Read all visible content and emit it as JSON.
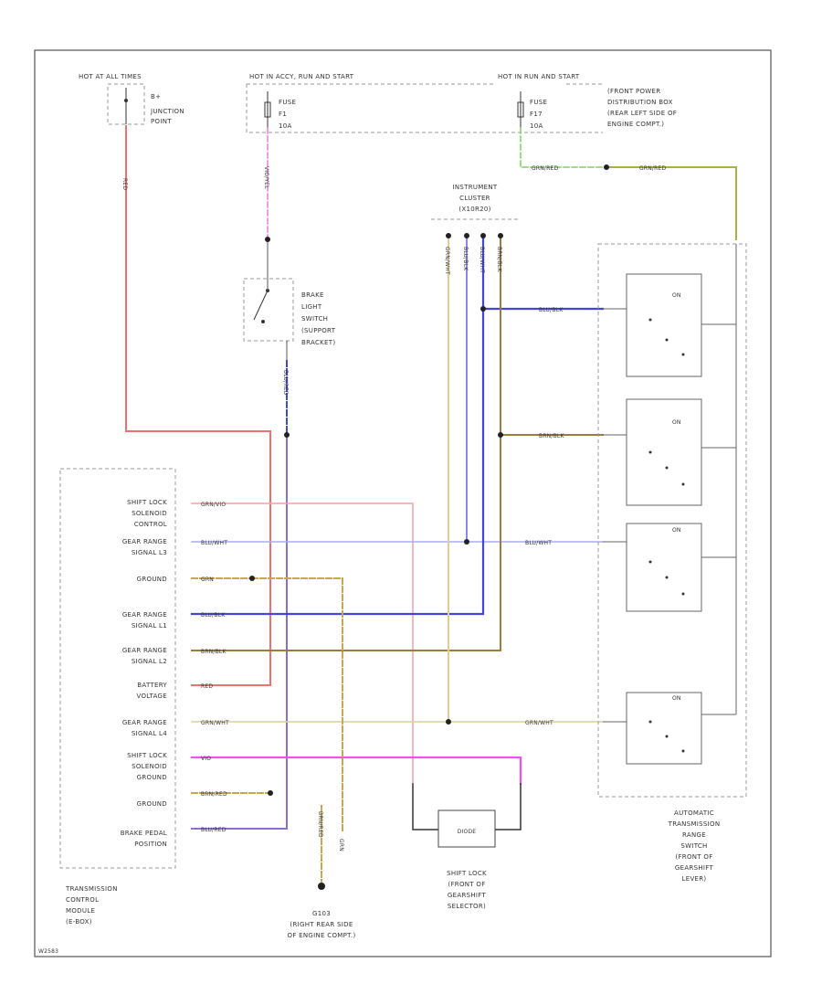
{
  "colors": {
    "red": "#f07070",
    "pink": "#f4a0a6",
    "lightblue": "#a8acf4",
    "blue": "#4444dd",
    "violet": "#8a6fd0",
    "tan": "#dccf9a",
    "brown": "#9a7d3d",
    "olive": "#a8b040",
    "green": "#80d060",
    "magenta": "#f050f0",
    "gold": "#c8a848",
    "black": "#333333"
  },
  "power": {
    "hot_at_all_times": "HOT AT ALL TIMES",
    "junction_lines": [
      "B+",
      "JUNCTION",
      "POINT"
    ],
    "hot_in_accy": "HOT IN ACCY, RUN AND START",
    "hot_in_run": "HOT IN RUN AND START",
    "fuse1_lines": [
      "FUSE",
      "F1",
      "10A"
    ],
    "fuse2_lines": [
      "FUSE",
      "F17",
      "10A"
    ],
    "front_power_lines": [
      "(FRONT POWER",
      "DISTRIBUTION BOX",
      "(REAR LEFT SIDE OF",
      "ENGINE COMPT.)"
    ]
  },
  "brake_switch": {
    "lines": [
      "BRAKE",
      "LIGHT",
      "SWITCH",
      "(SUPPORT",
      "BRACKET)"
    ]
  },
  "instrument_cluster": {
    "lines": [
      "INSTRUMENT",
      "CLUSTER",
      "(X10R20)"
    ]
  },
  "tcm": {
    "pins": [
      {
        "label_lines": [
          "SHIFT LOCK",
          "SOLENOID",
          "CONTROL"
        ],
        "wire": "GRN/VIO"
      },
      {
        "label_lines": [
          "GEAR RANGE",
          "SIGNAL L3"
        ],
        "wire": "BLU/WHT"
      },
      {
        "label_lines": [
          "GROUND"
        ],
        "wire": "GRN"
      },
      {
        "label_lines": [
          "GEAR RANGE",
          "SIGNAL L1"
        ],
        "wire": "BLU/BLK"
      },
      {
        "label_lines": [
          "GEAR RANGE",
          "SIGNAL L2"
        ],
        "wire": "BRN/BLK"
      },
      {
        "label_lines": [
          "BATTERY",
          "VOLTAGE"
        ],
        "wire": "RED"
      },
      {
        "label_lines": [
          "GEAR RANGE",
          "SIGNAL L4"
        ],
        "wire": "GRN/WHT"
      },
      {
        "label_lines": [
          "SHIFT LOCK",
          "SOLENOID",
          "GROUND"
        ],
        "wire": "VIO"
      },
      {
        "label_lines": [
          "GROUND"
        ],
        "wire": "BRN/RED"
      },
      {
        "label_lines": [
          "BRAKE PEDAL",
          "POSITION"
        ],
        "wire": "BLU/RED"
      }
    ],
    "module_lines": [
      "TRANSMISSION",
      "CONTROL",
      "MODULE",
      "(E-BOX)"
    ]
  },
  "wires": {
    "red_vertical": "RED",
    "fuse1_out": "VIO/YEL",
    "brake_out": "BLU/RED",
    "fuse2_out": "GRN/RED",
    "fuse2_out2": "GRN/RED",
    "ground_drop": "BRN/RED",
    "ground_drop2": "GRN",
    "cluster_wires": [
      "GRN/WHT",
      "BLU/BLK",
      "BLU/WHT",
      "BRN/BLK"
    ],
    "switch_blublk": "BLU/BLK",
    "switch_brnblk": "BRN/BLK",
    "switch_bluwht": "BLU/WHT",
    "switch_grnwht": "GRN/WHT"
  },
  "ground_g103": {
    "id": "G103",
    "lines": [
      "(RIGHT REAR SIDE",
      "OF ENGINE COMPT.)"
    ]
  },
  "shift_lock": {
    "component": "DIODE",
    "lines": [
      "SHIFT LOCK",
      "(FRONT OF",
      "GEARSHIFT",
      "SELECTOR)"
    ]
  },
  "range_switch": {
    "lines": [
      "AUTOMATIC",
      "TRANSMISSION",
      "RANGE",
      "SWITCH",
      "(FRONT OF",
      "GEARSHIFT",
      "LEVER)"
    ],
    "on_labels": [
      "ON",
      "ON",
      "ON",
      "ON"
    ]
  },
  "footer_id": "W2583"
}
